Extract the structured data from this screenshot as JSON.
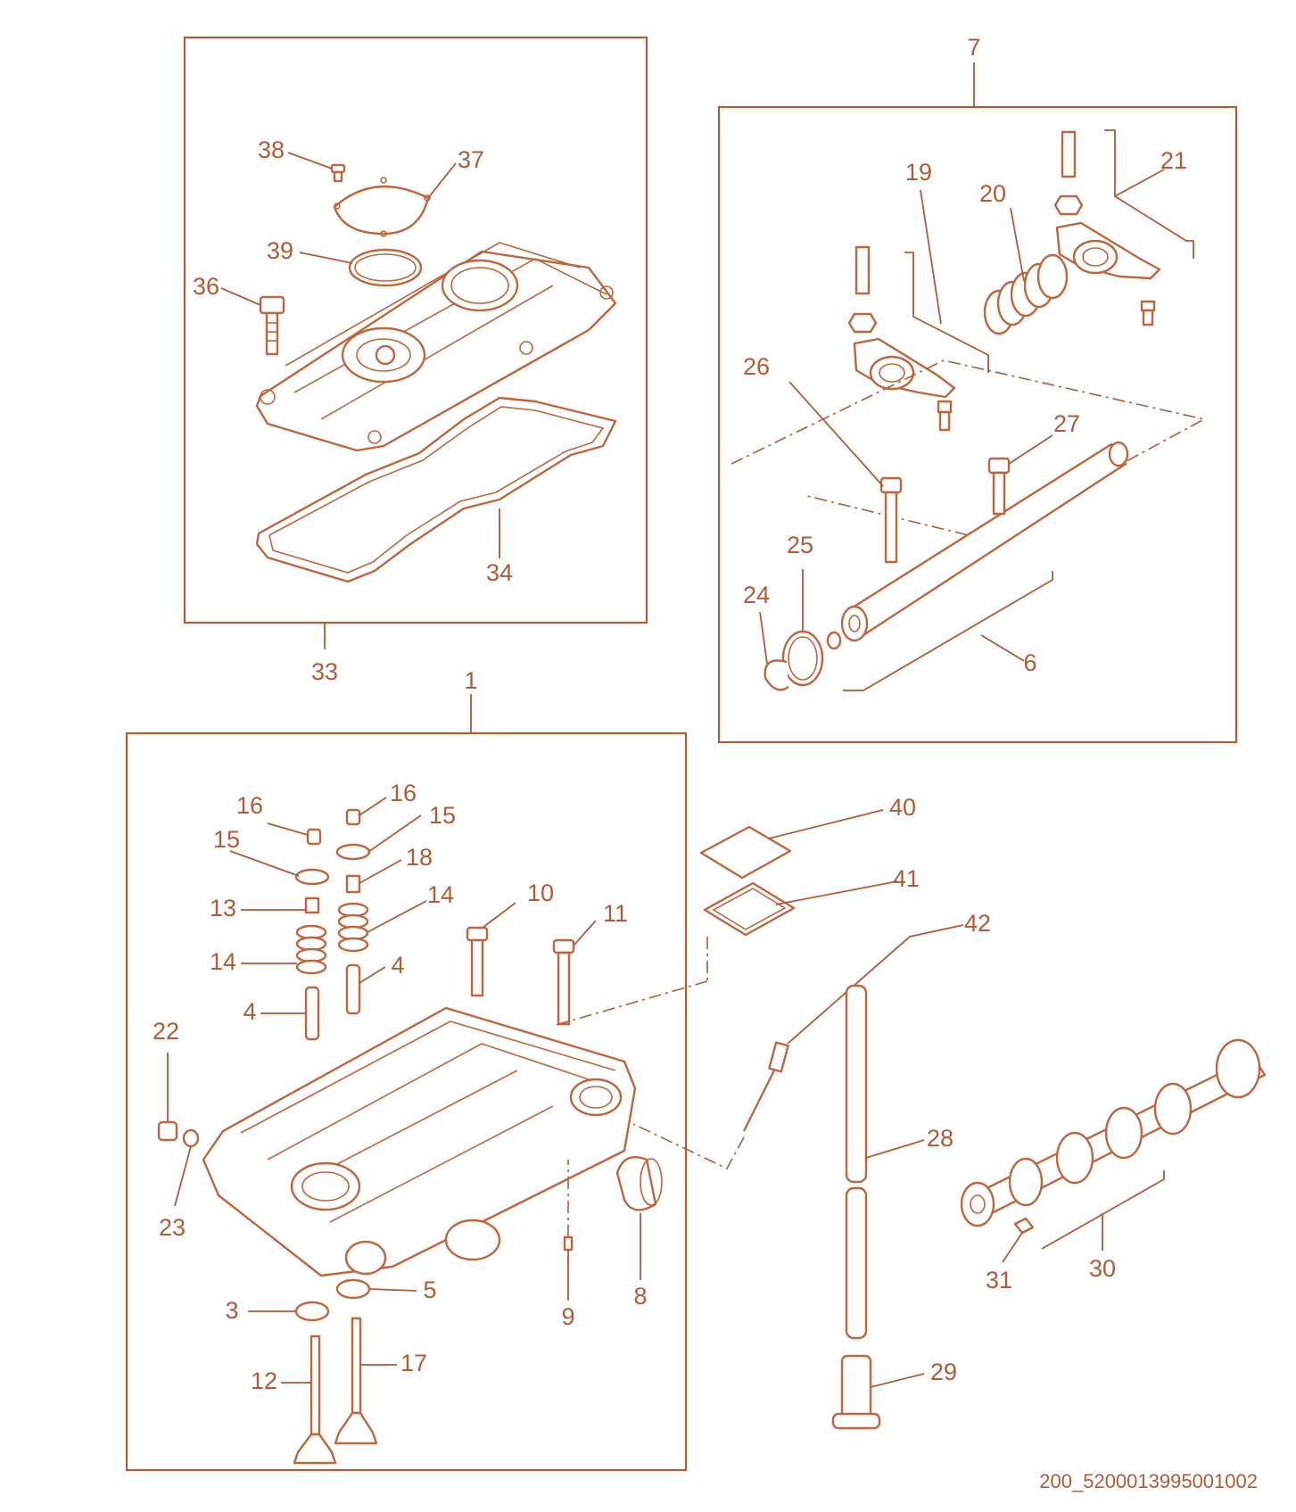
{
  "callouts": [
    {
      "id": "1",
      "text": "1"
    },
    {
      "id": "3",
      "text": "3"
    },
    {
      "id": "4a",
      "text": "4"
    },
    {
      "id": "4b",
      "text": "4"
    },
    {
      "id": "5",
      "text": "5"
    },
    {
      "id": "6",
      "text": "6"
    },
    {
      "id": "7",
      "text": "7"
    },
    {
      "id": "8",
      "text": "8"
    },
    {
      "id": "9",
      "text": "9"
    },
    {
      "id": "10",
      "text": "10"
    },
    {
      "id": "11",
      "text": "11"
    },
    {
      "id": "12",
      "text": "12"
    },
    {
      "id": "13",
      "text": "13"
    },
    {
      "id": "14a",
      "text": "14"
    },
    {
      "id": "14b",
      "text": "14"
    },
    {
      "id": "15a",
      "text": "15"
    },
    {
      "id": "15b",
      "text": "15"
    },
    {
      "id": "16a",
      "text": "16"
    },
    {
      "id": "16b",
      "text": "16"
    },
    {
      "id": "17",
      "text": "17"
    },
    {
      "id": "18",
      "text": "18"
    },
    {
      "id": "19",
      "text": "19"
    },
    {
      "id": "20",
      "text": "20"
    },
    {
      "id": "21",
      "text": "21"
    },
    {
      "id": "22",
      "text": "22"
    },
    {
      "id": "23",
      "text": "23"
    },
    {
      "id": "24",
      "text": "24"
    },
    {
      "id": "25",
      "text": "25"
    },
    {
      "id": "26",
      "text": "26"
    },
    {
      "id": "27",
      "text": "27"
    },
    {
      "id": "28",
      "text": "28"
    },
    {
      "id": "29",
      "text": "29"
    },
    {
      "id": "30",
      "text": "30"
    },
    {
      "id": "31",
      "text": "31"
    },
    {
      "id": "33",
      "text": "33"
    },
    {
      "id": "34",
      "text": "34"
    },
    {
      "id": "36",
      "text": "36"
    },
    {
      "id": "37",
      "text": "37"
    },
    {
      "id": "38",
      "text": "38"
    },
    {
      "id": "39",
      "text": "39"
    },
    {
      "id": "40",
      "text": "40"
    },
    {
      "id": "41",
      "text": "41"
    },
    {
      "id": "42",
      "text": "42"
    }
  ],
  "drawing_code": "200_5200013995001002",
  "line_color": "#b45a35"
}
